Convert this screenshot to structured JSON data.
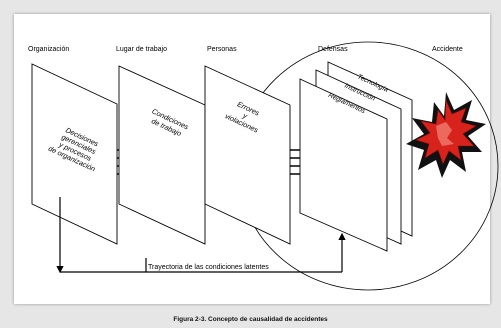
{
  "header_labels": {
    "organizacion": "Organización",
    "lugar_de_trabajo": "Lugar de trabajo",
    "personas": "Personas",
    "defensas": "Defensas",
    "accidente": "Accidente"
  },
  "panels": {
    "organizacion": [
      "Decisiones",
      "gerenciales",
      "y procesos",
      "de organización"
    ],
    "lugar_de_trabajo": [
      "Condiciones",
      "de trabajo"
    ],
    "personas": [
      "Errores",
      "y",
      "violaciones"
    ],
    "defensas": [
      "Tecnología",
      "Instrucción",
      "Reglamentos"
    ]
  },
  "latent_label": "Trayectoria de las condiciones latentes",
  "caption": "Figura 2-3.  Concepto de causalidad de accidentes",
  "colors": {
    "accident_burst": "#d8231c",
    "accident_shadow": "#111111",
    "line": "#000000"
  }
}
